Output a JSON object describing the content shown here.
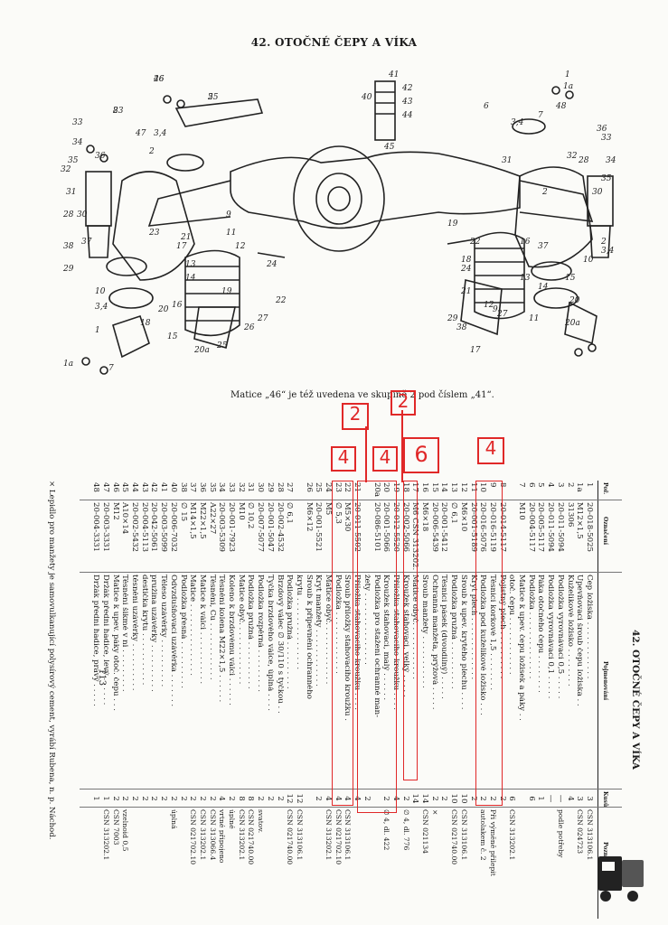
{
  "page_title": "42. OTOČNÉ ČEPY A VÍKA",
  "diagram": {
    "labels": [
      "46",
      "5",
      "8",
      "47",
      "3,4",
      "33",
      "34",
      "36",
      "35",
      "32",
      "31",
      "28",
      "30",
      "2",
      "38",
      "37",
      "29",
      "10",
      "3,4",
      "1",
      "1a",
      "7",
      "9",
      "41",
      "40",
      "42",
      "43",
      "44",
      "45",
      "18",
      "16",
      "19",
      "17",
      "23",
      "21",
      "22",
      "11",
      "12",
      "15",
      "13",
      "14",
      "20",
      "20a",
      "27",
      "26",
      "25",
      "24",
      "1",
      "1a",
      "7",
      "6",
      "3,4",
      "48",
      "36",
      "33",
      "34",
      "35",
      "30",
      "28",
      "32",
      "31",
      "2",
      "13",
      "18",
      "24",
      "21",
      "22",
      "19",
      "16",
      "12",
      "11",
      "9",
      "14",
      "15",
      "20",
      "20a",
      "2",
      "3,4",
      "10",
      "37",
      "29",
      "38",
      "17",
      "27",
      "26",
      "25",
      "23"
    ]
  },
  "diagram_note": "Matice „46“ je též uvedena ve skupině 2 pod číslem „41“.",
  "annotations": {
    "box_a": "2",
    "box_b": "2",
    "box_c": "4",
    "box_d": "4",
    "box_e": "6",
    "box_f": "4"
  },
  "table": {
    "title": "42. OTOČNÉ ČEPY A VÍKA",
    "headers": {
      "pos": "Poř.",
      "number": "Označení",
      "name": "Pojmenování",
      "qty": "Kusů",
      "note": "Poznámka"
    },
    "rows": [
      {
        "pos": "1",
        "number": "20-018-5025",
        "name": "Čep ložiska . . . . . . . . . . . .",
        "qty": "3",
        "note": "ČSN 313106.1"
      },
      {
        "pos": "1a",
        "number": "M12×1,5",
        "name": "Upevňovací šroub čepu ložiska . .",
        "qty": "3",
        "note": "ČSN 024723"
      },
      {
        "pos": "2",
        "number": "31306",
        "name": "Kuželíkové ložisko . . . . . . . .",
        "qty": "4",
        "note": ""
      },
      {
        "pos": "3",
        "number": "20-011-5094",
        "name": "Podložka vyrovnávací 0,5 . . . . .",
        "qty": "—",
        "note": "podle potřeby"
      },
      {
        "pos": "4",
        "number": "20-011-5094",
        "name": "Podložka vyrovnávací 0,1 . . . . .",
        "qty": "—",
        "note": ""
      },
      {
        "pos": "5",
        "number": "20-005-5117",
        "name": "Páka otočného čepu . . . . . . . .",
        "qty": "1",
        "note": ""
      },
      {
        "pos": "6",
        "number": "20-004-5117",
        "name": "Podložka . . . . . . . . . . . . . .",
        "qty": "6",
        "note": ""
      },
      {
        "pos": "7",
        "number": "M10",
        "name": "Matice k upev. čepu ložisek a páky . .",
        "qty": "",
        "note": ""
      },
      {
        "pos": "",
        "number": "",
        "name": "otoč. čepu . . . . . . . . . . . .",
        "qty": "6",
        "note": "ČSN 313202.1"
      },
      {
        "pos": "8",
        "number": "20-014-5117",
        "name": "Pojistný plech . . . . . . . . . .",
        "qty": "2",
        "note": ""
      },
      {
        "pos": "9",
        "number": "20-016-5119",
        "name": "Těsnící korkové 1,5 . . . . . . . .",
        "qty": "2",
        "note": "Při výměně přilepit"
      },
      {
        "pos": "10",
        "number": "20-016-5076",
        "name": "Podložka pod kuželíkové ložisko . . .",
        "qty": "2",
        "note": "autolakem č. 2"
      },
      {
        "pos": "11",
        "number": "20-001-5189",
        "name": "Kryt plech . . . . . . . . . . . . .",
        "qty": "2",
        "note": ""
      },
      {
        "pos": "12",
        "number": "M6×10",
        "name": "Šroub k upev. krytého plechu . . . .",
        "qty": "10",
        "note": "ČSN 313106.1"
      },
      {
        "pos": "13",
        "number": "∅ 6,1",
        "name": "Podložka pružná . . . . . . . . . .",
        "qty": "10",
        "note": "ČSN 021740.00"
      },
      {
        "pos": "14",
        "number": "20-001-5412",
        "name": "Těsnící pásek (dvoudílný) . . . . .",
        "qty": "2",
        "note": ""
      },
      {
        "pos": "15",
        "number": "20-006-5439",
        "name": "Ochranná manžeta, prýžová . . . . .",
        "qty": "2",
        "note": "×"
      },
      {
        "pos": "16",
        "number": "M6×18",
        "name": "Šroub manžety . . . . . . . . . . .",
        "qty": "14",
        "note": "ČSN 021134"
      },
      {
        "pos": "17",
        "number": "M6 ČSN 313202.1",
        "name": "Matice obyč. . . . . . . . . . . .",
        "qty": "14",
        "note": ""
      },
      {
        "pos": "18",
        "number": "20-002-5066",
        "name": "Kroužek stahovací, velký . . . . .",
        "qty": "2",
        "note": "∅ 4, dl. 776"
      },
      {
        "pos": "19",
        "number": "20-012-5520",
        "name": "Příložka stahovacího kroužku . . . .",
        "qty": "4",
        "note": ""
      },
      {
        "pos": "20",
        "number": "20-001-5066",
        "name": "Kroužek stahovací, malý . . . . . .",
        "qty": "2",
        "note": "∅ 4, dl. 422"
      },
      {
        "pos": "20a",
        "number": "20-086-5101",
        "name": "Podložka pro stažení ochranné man-",
        "qty": "",
        "note": ""
      },
      {
        "pos": "",
        "number": "",
        "name": "žety . . . . . . . . . . . . . . .",
        "qty": "2",
        "note": ""
      },
      {
        "pos": "21",
        "number": "20-011-5502",
        "name": "Příložka stahovacího kroužku . . . .",
        "qty": "4",
        "note": ""
      },
      {
        "pos": "22",
        "number": "M5×30",
        "name": "Šroub příložky stahovacího kroužku .",
        "qty": "4",
        "note": "ČSN 313106.1"
      },
      {
        "pos": "23",
        "number": "∅ 5,3",
        "name": "Podložka . . . . . . . . . . . . .",
        "qty": "4",
        "note": "ČSN 021702.10"
      },
      {
        "pos": "24",
        "number": "M5",
        "name": "Matice obyč. . . . . . . . . . . . .",
        "qty": "4",
        "note": "ČSN 313202.1"
      },
      {
        "pos": "25",
        "number": "20-001-5521",
        "name": "Kryt manžety . . . . . . . . . . . .",
        "qty": "2",
        "note": ""
      },
      {
        "pos": "26",
        "number": "M6×12",
        "name": "Šroub k připevnění ochranného",
        "qty": "",
        "note": ""
      },
      {
        "pos": "",
        "number": "",
        "name": "krytu . . . . . . . . . . . . . . .",
        "qty": "12",
        "note": "ČSN 313106.1"
      },
      {
        "pos": "27",
        "number": "∅ 6,1",
        "name": "Podložka pružná . . . . . . . . . .",
        "qty": "12",
        "note": "ČSN 021740.00"
      },
      {
        "pos": "28",
        "number": "20-002-4532",
        "name": "Brzdový válec ∅ 30/110 s tyčkou . .",
        "qty": "2",
        "note": ""
      },
      {
        "pos": "29",
        "number": "20-001-5047",
        "name": "Tyčka brzdového válce, úplná . . . .",
        "qty": "2",
        "note": ""
      },
      {
        "pos": "30",
        "number": "20-007-5077",
        "name": "Podložka rozpěrná . . . . . . . . .",
        "qty": "2",
        "note": "svatov."
      },
      {
        "pos": "31",
        "number": "∅ 10,2",
        "name": "Podložka pružná . . . . . . . . . .",
        "qty": "8",
        "note": "ČSN 021740.00"
      },
      {
        "pos": "32",
        "number": "M10",
        "name": "Matice obyč. . . . . . . . . . . . .",
        "qty": "8",
        "note": "ČSN 313202.1"
      },
      {
        "pos": "33",
        "number": "20-001-7923",
        "name": "Koleno k brzdovému válci . . . . . .",
        "qty": "2",
        "note": "úplné"
      },
      {
        "pos": "34",
        "number": "20-003-5309",
        "name": "Těsnění kolena M22×1,5 . . . . . .",
        "qty": "4",
        "note": "vrtné připojeno"
      },
      {
        "pos": "35",
        "number": "A22×27",
        "name": "Těsnění, Cu . . . . . . . . . . . .",
        "qty": "2",
        "note": "ČSN 313066.4"
      },
      {
        "pos": "36",
        "number": "M22×1,5",
        "name": "Matice k válci . . . . . . . . . . .",
        "qty": "2",
        "note": "ČSN 313202.1"
      },
      {
        "pos": "37",
        "number": "M14×1,5",
        "name": "Matice . . . . . . . . . . . . . . .",
        "qty": "2",
        "note": "ČSN 021702.10"
      },
      {
        "pos": "38",
        "number": "∅ 15",
        "name": "Podložka přesná . . . . . . . . . .",
        "qty": "2",
        "note": ""
      },
      {
        "pos": "40",
        "number": "20-006-7032",
        "name": "Odvzdušňovací uzávěrka . . . . . . .",
        "qty": "2",
        "note": "úplná"
      },
      {
        "pos": "41",
        "number": "20-003-5099",
        "name": "Těleso uzávěrky . . . . . . . . . .",
        "qty": "2",
        "note": ""
      },
      {
        "pos": "42",
        "number": "20-042-5061",
        "name": "pružina uzávěrky . . . . . . . . . .",
        "qty": "2",
        "note": ""
      },
      {
        "pos": "43",
        "number": "20-004-5113",
        "name": "destička krytu . . . . . . . . . . .",
        "qty": "2",
        "note": ""
      },
      {
        "pos": "44",
        "number": "20-002-5432",
        "name": "těsnění uzávěrky . . . . . . . . . .",
        "qty": "2",
        "note": ""
      },
      {
        "pos": "45",
        "number": "A10×14",
        "name": "Těsnění šikmé v ni . . . . . . . . .",
        "qty": "2",
        "note": "vzelnoid 0,5"
      },
      {
        "pos": "46",
        "number": "M12",
        "name": "Matice k upev. páky otoč. čepu . . .",
        "qty": "2",
        "note": "ČSN 7003"
      },
      {
        "pos": "47",
        "number": "20-003-3331",
        "name": "Držák přední hadice, levý . . . . . .",
        "qty": "1",
        "note": "ČSN 313202.1"
      },
      {
        "pos": "48",
        "number": "20-004-3331",
        "name": "Držák přední hadice, pravý . . . . .",
        "qty": "1",
        "note": ""
      }
    ]
  },
  "footnote": "× Lepidlo pro manžety je samovulkanující polysírový cement, vyrábí Rubena, n. p. Náchod.",
  "page_number": "113"
}
